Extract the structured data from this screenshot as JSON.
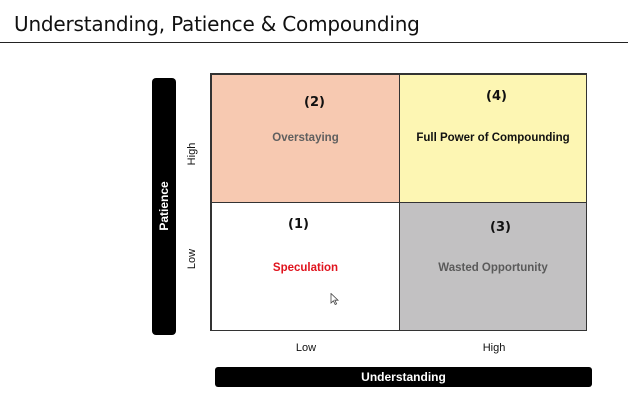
{
  "title": "Understanding, Patience & Compounding",
  "y_axis": {
    "label": "Patience",
    "ticks": {
      "high": "High",
      "low": "Low"
    }
  },
  "x_axis": {
    "label": "Understanding",
    "ticks": {
      "low": "Low",
      "high": "High"
    }
  },
  "quadrants": {
    "q1": {
      "number": "(1)",
      "label": "Speculation",
      "fill": "#ffffff",
      "text_color": "#e0141e"
    },
    "q2": {
      "number": "(2)",
      "label": "Overstaying",
      "fill": "#f7c9b1",
      "text_color": "#5f5f5f"
    },
    "q3": {
      "number": "(3)",
      "label": "Wasted Opportunity",
      "fill": "#c2c1c2",
      "text_color": "#5a5a5a"
    },
    "q4": {
      "number": "(4)",
      "label": "Full Power of Compounding",
      "fill": "#fdf6b3",
      "text_color": "#111111"
    }
  },
  "icons": {
    "cursor": "mouse-pointer-icon"
  }
}
